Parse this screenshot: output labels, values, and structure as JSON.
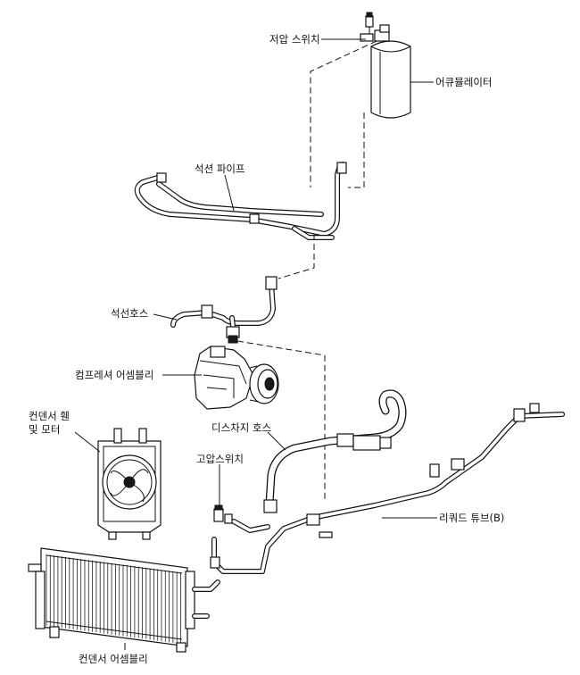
{
  "labels": {
    "low_pressure_switch": "저압 스위치",
    "accumulator": "어큐뮬레이터",
    "suction_pipe": "석션 파이프",
    "suction_hose": "석선호스",
    "compressor_assembly": "컴프레셔 어셈블리",
    "condenser_fan_motor_line1": "컨덴서 휀",
    "condenser_fan_motor_line2": "및 모터",
    "discharge_hose": "디스차지 호스",
    "high_pressure_switch": "고압스위치",
    "liquid_tube_b": "리쿼드 튜브(B)",
    "condenser_assembly": "컨덴서 어셈블리"
  }
}
